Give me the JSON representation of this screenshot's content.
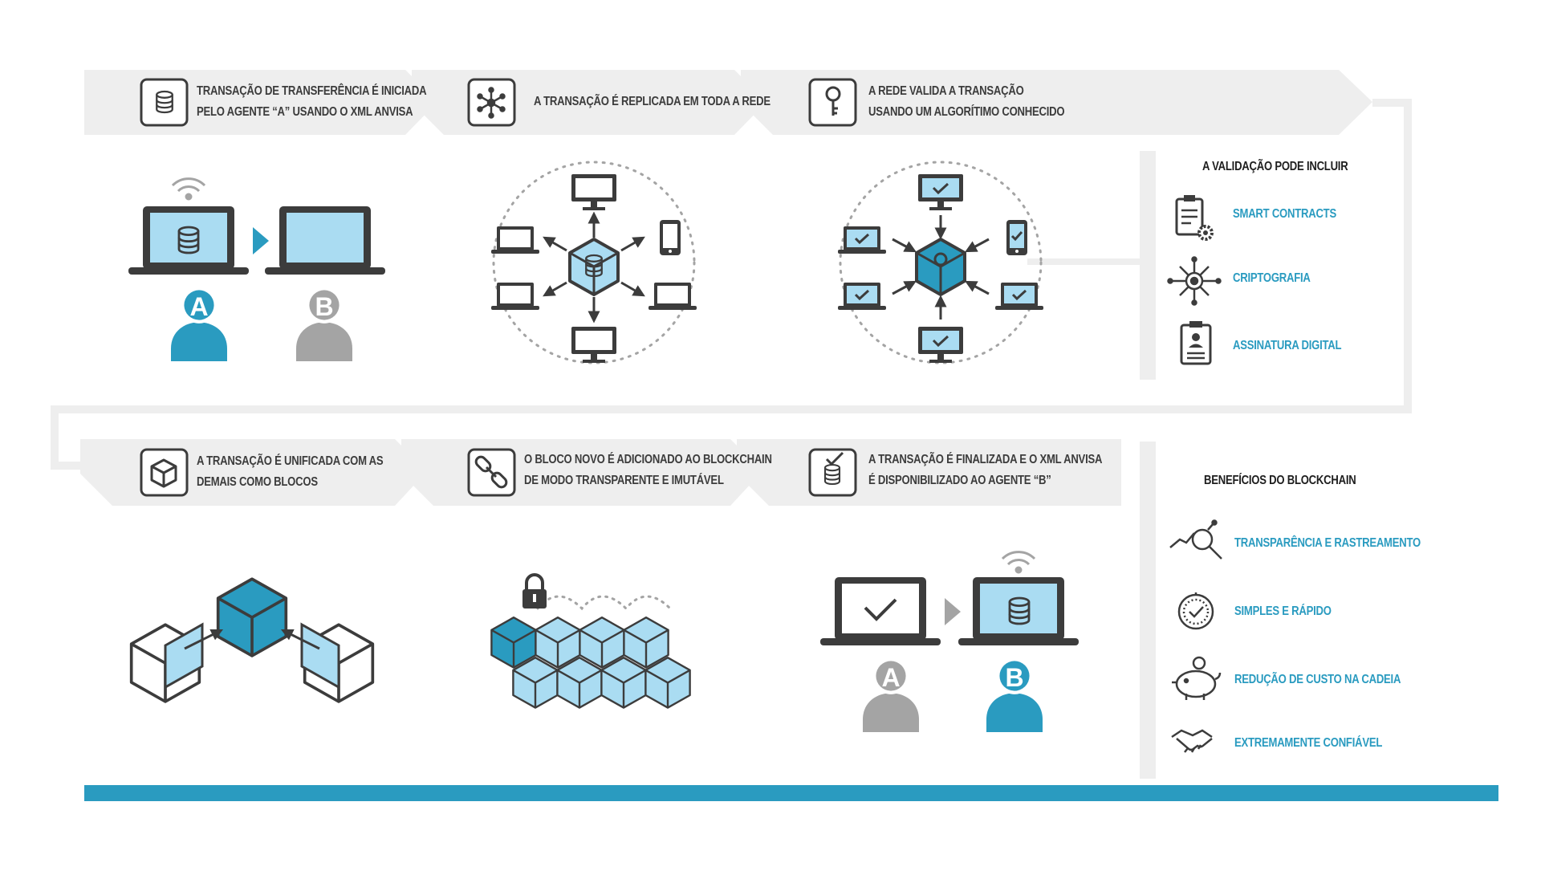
{
  "colors": {
    "accent": "#2a9bc0",
    "accent_light": "#aadcf2",
    "dark": "#3c3c3c",
    "gray": "#a4a4a4",
    "band": "#eeeeee"
  },
  "steps_top": [
    {
      "line1": "Transação de transferência é iniciada",
      "line2": "pelo agente “A” usando o XML ANVISA",
      "icon": "database-icon"
    },
    {
      "line1": "A transação é replicada em toda a rede",
      "line2": "",
      "icon": "network-icon"
    },
    {
      "line1": "A rede valida a transação",
      "line2": "usando um algorítimo conhecido",
      "icon": "key-icon"
    }
  ],
  "steps_bottom": [
    {
      "line1": "A transação é unificada com as",
      "line2": "demais como blocos",
      "icon": "cube-icon"
    },
    {
      "line1": "O bloco novo é adicionado ao blockchain",
      "line2": "de modo transparente e imutável",
      "icon": "chain-link-icon"
    },
    {
      "line1": "A transação é finalizada e o XML ANVISA",
      "line2": "é disponibilizado ao agente “B”",
      "icon": "database-check-icon"
    }
  ],
  "validation": {
    "title": "A validação pode incluir",
    "items": [
      {
        "label": "Smart contracts",
        "icon": "contract-gear-icon"
      },
      {
        "label": "Criptografia",
        "icon": "circuit-chip-icon"
      },
      {
        "label": "Assinatura digital",
        "icon": "id-clipboard-icon"
      }
    ]
  },
  "benefits": {
    "title": "Benefícios do blockchain",
    "items": [
      {
        "label": "Transparência e rastreamento",
        "icon": "magnifier-chart-icon"
      },
      {
        "label": "Simples e rápido",
        "icon": "stopwatch-icon"
      },
      {
        "label": "Redução de custo na cadeia",
        "icon": "piggy-bank-icon"
      },
      {
        "label": "Extremamente confiável",
        "icon": "handshake-icon"
      }
    ]
  },
  "agents": {
    "a": "A",
    "b": "B"
  }
}
